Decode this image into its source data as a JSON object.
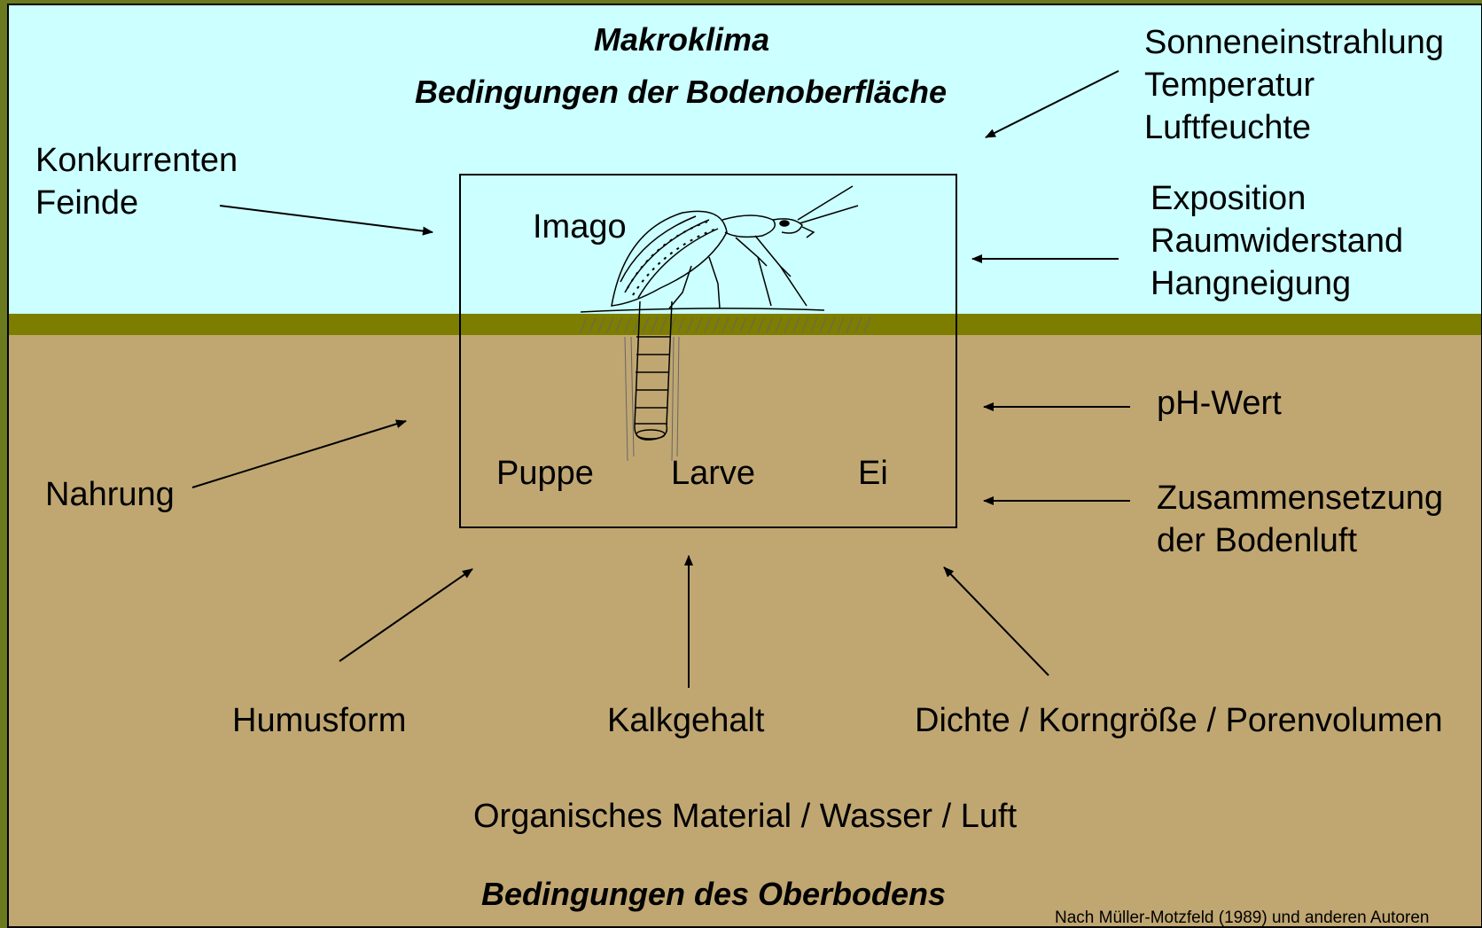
{
  "title_top": "Makroklima",
  "subtitle_top": "Bedingungen der Bodenoberfläche",
  "title_bottom": "Bedingungen des Oberbodens",
  "source_note": "Nach Müller-Motzfeld (1989) und anderen Autoren",
  "stages": {
    "imago": "Imago",
    "puppe": "Puppe",
    "larve": "Larve",
    "ei": "Ei"
  },
  "factors": {
    "sonne": "Sonneneinstrahlung",
    "temperatur": "Temperatur",
    "luftfeuchte": "Luftfeuchte",
    "konkurrenten": "Konkurrenten",
    "feinde": "Feinde",
    "exposition": "Exposition",
    "raumwiderstand": "Raumwiderstand",
    "hangneigung": "Hangneigung",
    "ph": "pH-Wert",
    "zusammensetzung": "Zusammensetzung",
    "bodenluft": "der Bodenluft",
    "nahrung": "Nahrung",
    "humusform": "Humusform",
    "kalkgehalt": "Kalkgehalt",
    "dichte": "Dichte / Korngröße / Porenvolumen",
    "organisch": "Organisches Material / Wasser / Luft"
  },
  "colors": {
    "sky": "#ccffff",
    "surface": "#7d7d00",
    "soil": "#c0a772"
  }
}
